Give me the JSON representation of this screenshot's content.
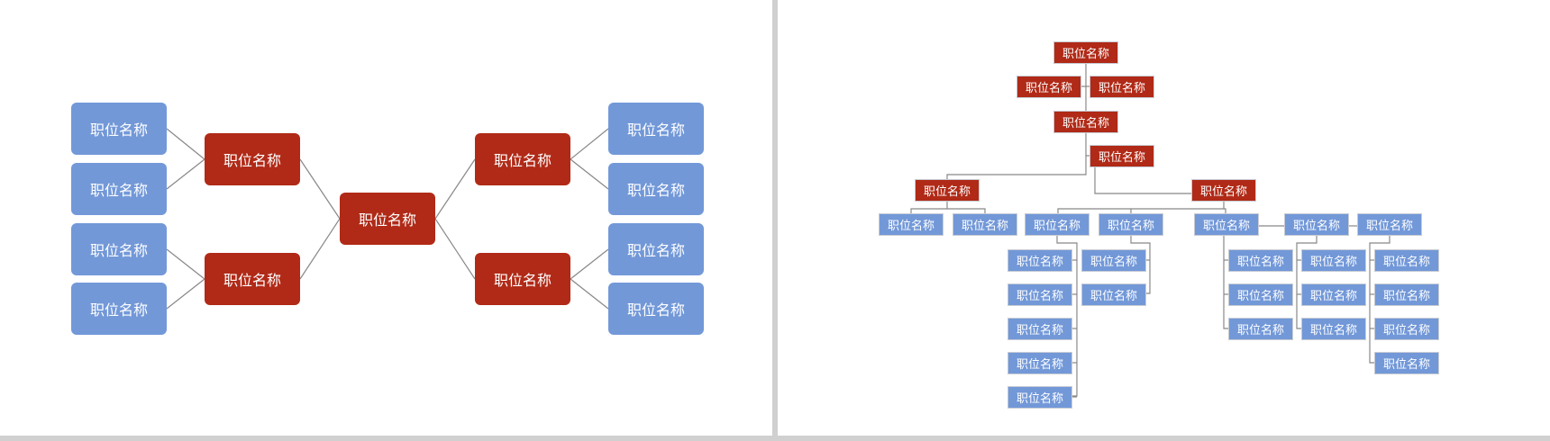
{
  "colors": {
    "primary": "#b02a17",
    "secondary": "#7298d8",
    "connector": "#888888"
  },
  "left_slide": {
    "center": {
      "label": "职位名称"
    },
    "branches": [
      {
        "label": "职位名称",
        "children": [
          "职位名称",
          "职位名称"
        ]
      },
      {
        "label": "职位名称",
        "children": [
          "职位名称",
          "职位名称"
        ]
      },
      {
        "label": "职位名称",
        "children": [
          "职位名称",
          "职位名称"
        ]
      },
      {
        "label": "职位名称",
        "children": [
          "职位名称",
          "职位名称"
        ]
      }
    ]
  },
  "right_slide": {
    "nodes": [
      "职位名称",
      "职位名称",
      "职位名称",
      "职位名称",
      "职位名称",
      "职位名称",
      "职位名称",
      "职位名称",
      "职位名称",
      "职位名称",
      "职位名称",
      "职位名称",
      "职位名称",
      "职位名称",
      "职位名称",
      "职位名称",
      "职位名称",
      "职位名称",
      "职位名称",
      "职位名称",
      "职位名称",
      "职位名称",
      "职位名称",
      "职位名称",
      "职位名称",
      "职位名称",
      "职位名称",
      "职位名称",
      "职位名称",
      "职位名称"
    ]
  }
}
